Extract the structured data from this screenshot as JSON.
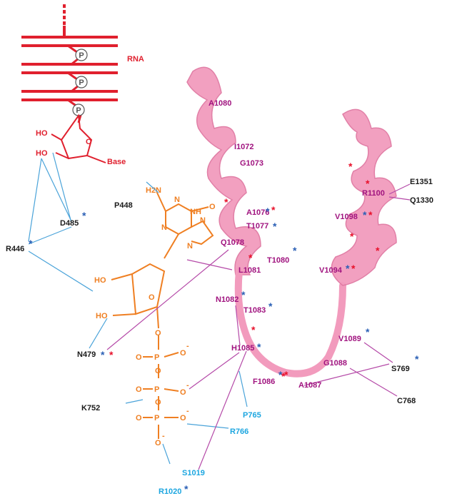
{
  "rna": {
    "label": "RNA",
    "phosphate": "P",
    "ho_top": "HO",
    "ho_bottom": "HO",
    "ring_o": "O",
    "base": "Base"
  },
  "gtp": {
    "h2n": "H2N",
    "n_top": "N",
    "nh": "NH",
    "carbonyl_o": "O",
    "n_left": "N",
    "n_ring5": "N",
    "n_ring5b": "N",
    "ho1": "HO",
    "ho2": "HO",
    "ring_o": "O",
    "phos": [
      "P",
      "P",
      "P"
    ],
    "oxy": [
      "O",
      "O",
      "O",
      "O",
      "O",
      "O",
      "O",
      "O",
      "O",
      "O"
    ],
    "minus": "-"
  },
  "residues": {
    "P448": "P448",
    "D485": "D485",
    "R446": "R446",
    "N479": "N479",
    "K752": "K752",
    "A1080": "A1080",
    "I1072": "I1072",
    "G1073": "G1073",
    "A1076": "A1076",
    "T1077": "T1077",
    "Q1078": "Q1078",
    "T1080": "T1080",
    "L1081": "L1081",
    "N1082": "N1082",
    "T1083": "T1083",
    "H1085": "H1085",
    "F1086": "F1086",
    "A1087": "A1087",
    "G1088": "G1088",
    "V1089": "V1089",
    "E1351": "E1351",
    "R1100": "R1100",
    "Q1330": "Q1330",
    "V1098": "V1098",
    "V1094": "V1094",
    "S769": "S769",
    "C768": "C768",
    "P765": "P765",
    "R766": "R766",
    "S1019": "S1019",
    "R1020": "R1020"
  },
  "colors": {
    "rna": "#e0202e",
    "gtp": "#ef7f22",
    "helix": "#f29bbd",
    "helix_edge": "#e07aa3",
    "residue_magenta": "#a0137f",
    "residue_black": "#1a1a1a",
    "residue_cyan": "#1ca6e0",
    "line_blue": "#4aa3d9",
    "line_purple": "#b54aa8",
    "star_red": "#e8102a",
    "star_blue": "#2a5fb5"
  },
  "star_glyph": "*"
}
